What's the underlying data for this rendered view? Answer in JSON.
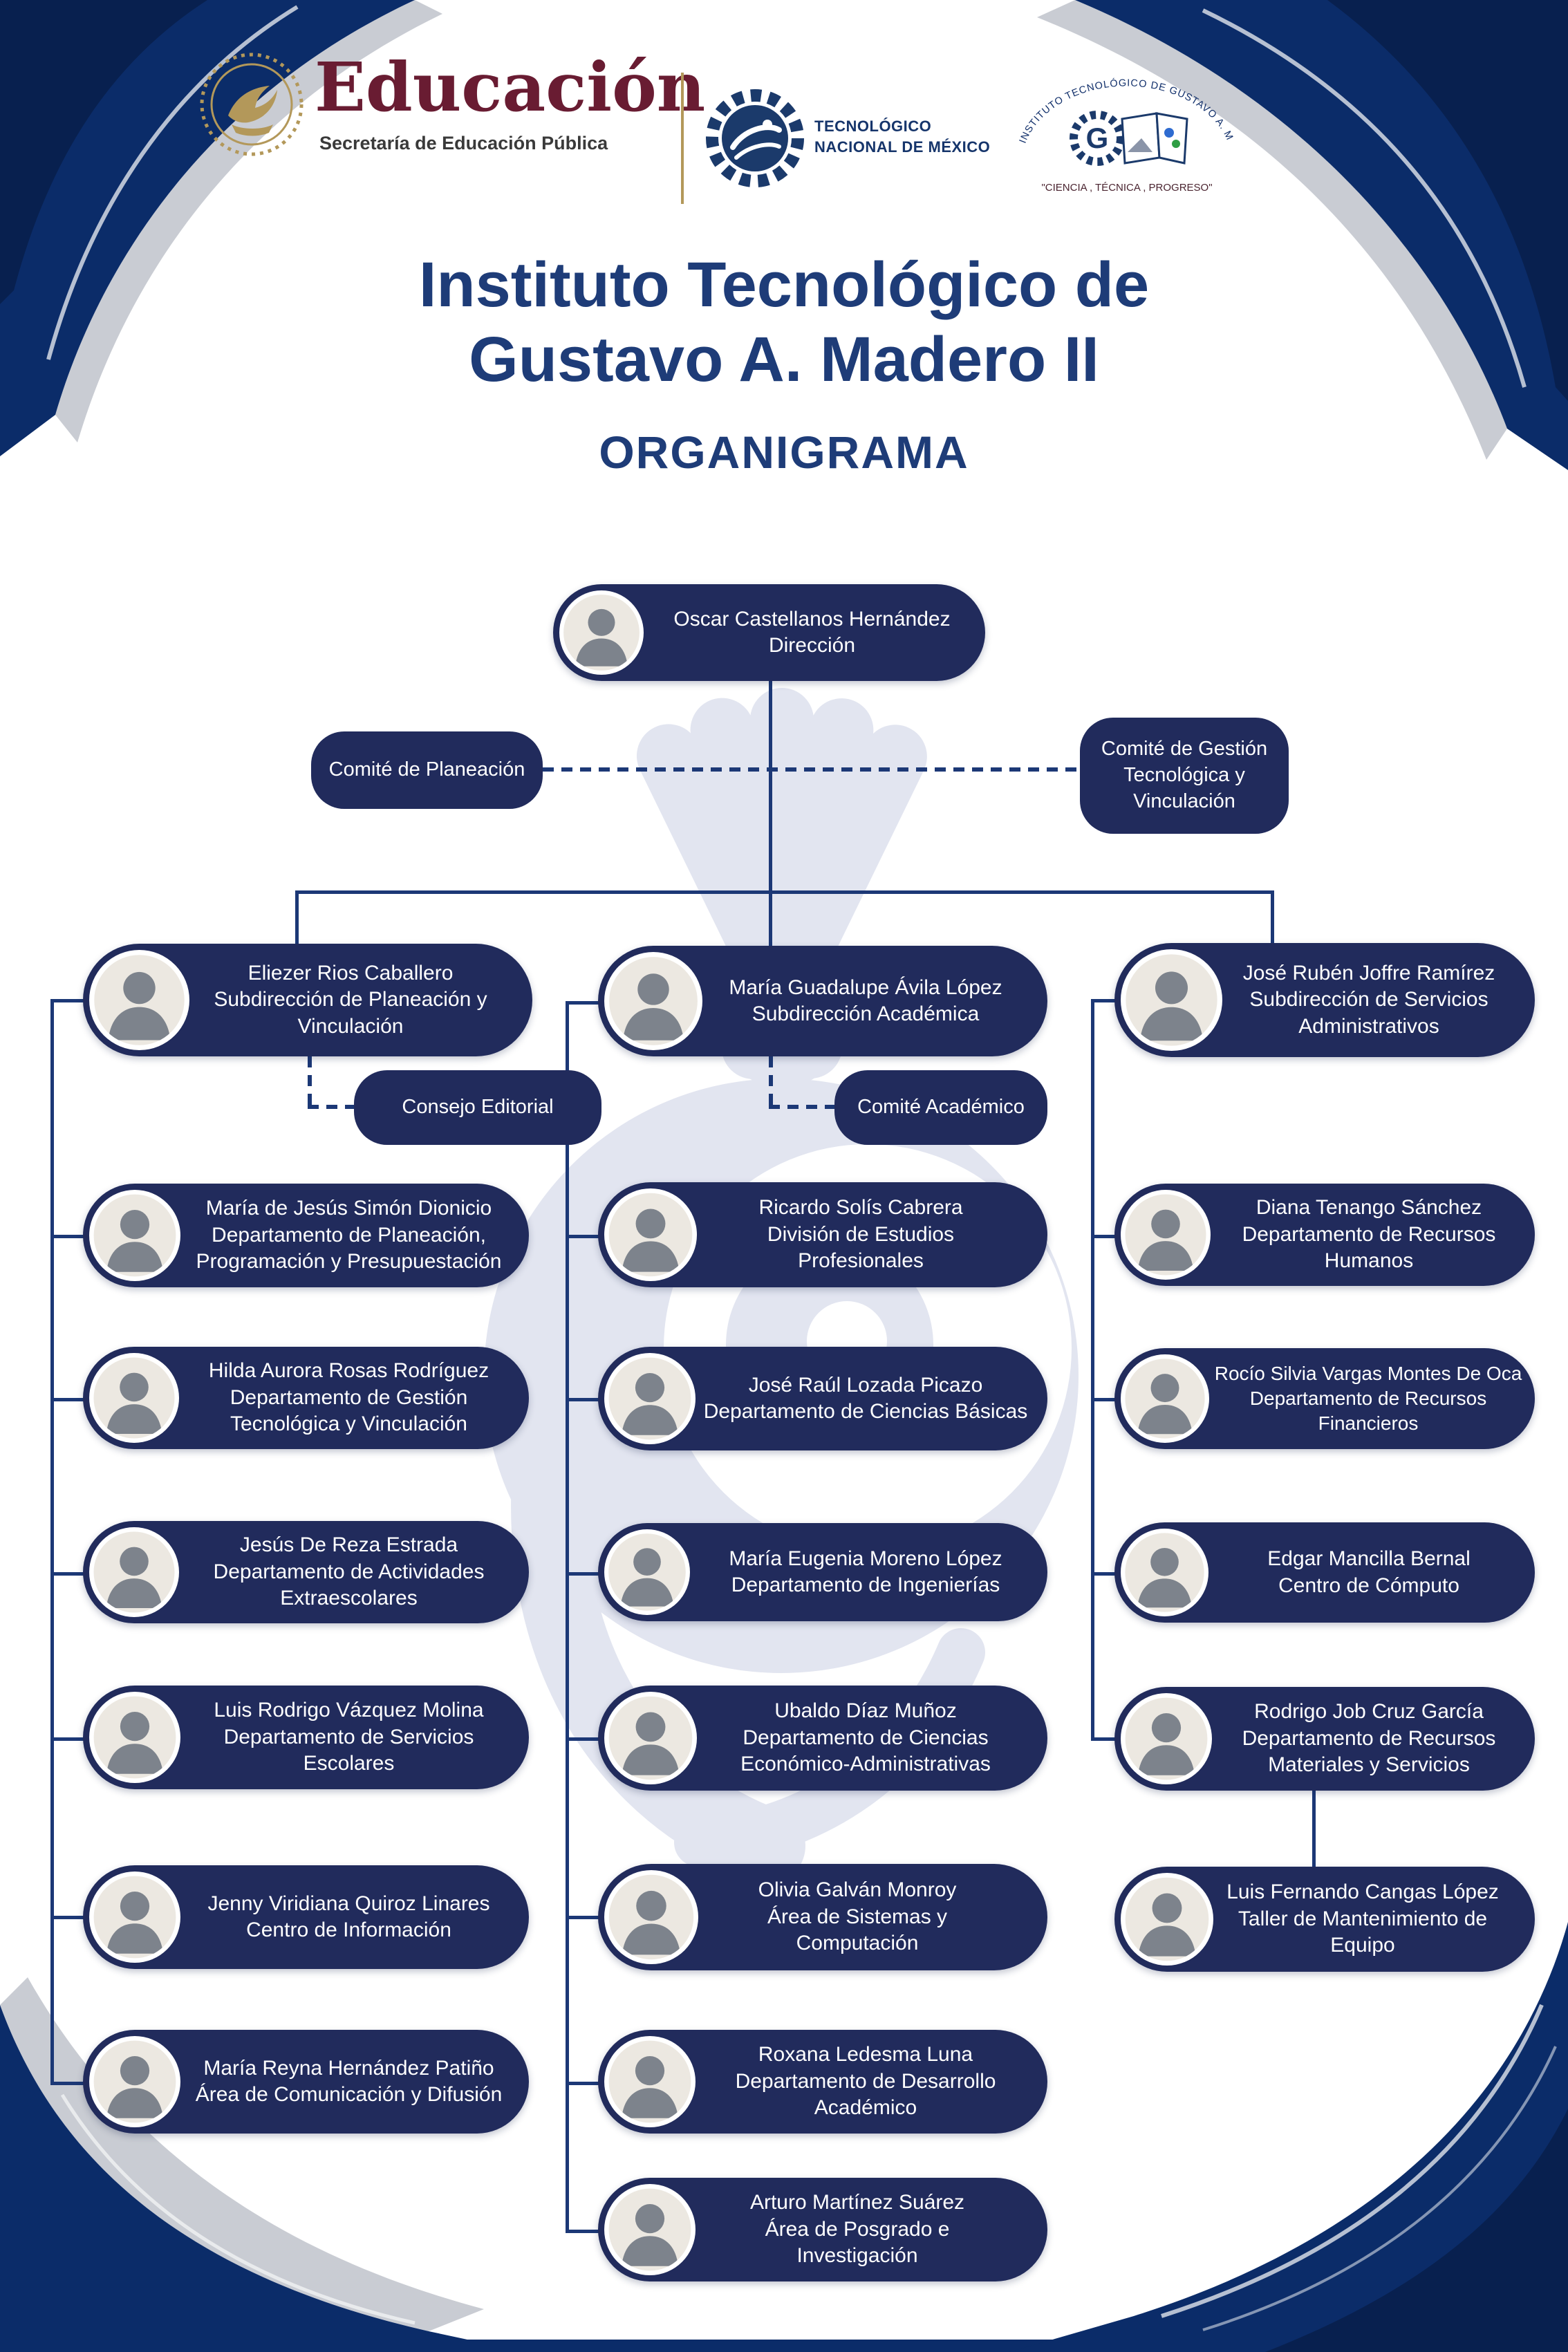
{
  "colors": {
    "node_navy": "#212b5c",
    "connector_navy": "#1c3876",
    "title_navy": "#1e3c78",
    "corner_navy": "#0b2c69",
    "silver": "#c9ccd3",
    "sep_maroon": "#691c32",
    "gold": "#b3985a",
    "watermark": "#e2e5f0"
  },
  "header": {
    "sep": {
      "wordmark": "Educación",
      "subtitle": "Secretaría de Educación Pública"
    },
    "tecnm": {
      "name_line1": "TECNOLÓGICO",
      "name_line2": "NACIONAL DE MÉXICO"
    },
    "itgam_seal": {
      "arc_text": "INSTITUTO TECNOLÓGICO DE GUSTAVO A. MADERO II",
      "seal_letter": "G",
      "motto": "\"CIENCIA , TÉCNICA , PROGRESO\""
    }
  },
  "title": {
    "line1": "Instituto Tecnológico de",
    "line2": "Gustavo A. Madero II",
    "subtitle": "ORGANIGRAMA"
  },
  "org": {
    "direccion": {
      "name": "Oscar Castellanos Hernández",
      "role": "Dirección"
    },
    "comite_planeacion": {
      "label": "Comité de Planeación"
    },
    "comite_gestion": {
      "label": "Comité de Gestión Tecnológica  y Vinculación"
    },
    "consejo_editorial": {
      "label": "Consejo Editorial"
    },
    "comite_academico": {
      "label": "Comité Académico"
    },
    "left_column": {
      "head": {
        "name": "Eliezer  Rios Caballero",
        "role": "Subdirección de Planeación y Vinculación"
      },
      "nodes": [
        {
          "name": "María de Jesús Simón Dionicio",
          "role": "Departamento de Planeación, Programación y Presupuestación"
        },
        {
          "name": "Hilda Aurora Rosas Rodríguez",
          "role": "Departamento de Gestión Tecnológica y Vinculación"
        },
        {
          "name": "Jesús De Reza Estrada",
          "role": "Departamento de Actividades Extraescolares"
        },
        {
          "name": "Luis Rodrigo Vázquez Molina",
          "role": "Departamento de Servicios Escolares"
        },
        {
          "name": "Jenny Viridiana Quiroz Linares",
          "role": "Centro de Información"
        },
        {
          "name": "María Reyna Hernández Patiño",
          "role": "Área de Comunicación y Difusión"
        }
      ]
    },
    "middle_column": {
      "head": {
        "name": "María Guadalupe Ávila López",
        "role": "Subdirección Académica"
      },
      "nodes": [
        {
          "name": "Ricardo Solís Cabrera",
          "role": "División de Estudios Profesionales"
        },
        {
          "name": "José Raúl Lozada Picazo",
          "role": "Departamento de Ciencias Básicas"
        },
        {
          "name": "María Eugenia Moreno López",
          "role": "Departamento de Ingenierías"
        },
        {
          "name": "Ubaldo Díaz Muñoz",
          "role": "Departamento de Ciencias Económico-Administrativas"
        },
        {
          "name": "Olivia Galván Monroy",
          "role": "Área de Sistemas y Computación"
        },
        {
          "name": "Roxana Ledesma Luna",
          "role": "Departamento de Desarrollo Académico"
        },
        {
          "name": "Arturo Martínez Suárez",
          "role": "Área de Posgrado e Investigación"
        }
      ]
    },
    "right_column": {
      "head": {
        "name": "José Rubén Joffre Ramírez",
        "role": "Subdirección de Servicios Administrativos"
      },
      "nodes": [
        {
          "name": "Diana Tenango Sánchez",
          "role": "Departamento de Recursos Humanos"
        },
        {
          "name": "Rocío Silvia Vargas Montes De Oca",
          "role": "Departamento de Recursos Financieros"
        },
        {
          "name": "Edgar Mancilla Bernal",
          "role": "Centro de Cómputo"
        },
        {
          "name": "Rodrigo Job Cruz García",
          "role": "Departamento de Recursos Materiales y Servicios"
        },
        {
          "name": "Luis Fernando Cangas López",
          "role": "Taller de Mantenimiento de Equipo"
        }
      ]
    }
  }
}
